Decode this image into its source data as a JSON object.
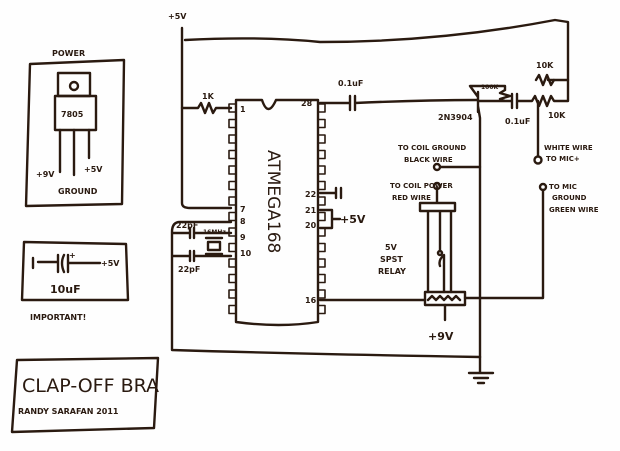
{
  "title": "CLAP-OFF BRA",
  "author": "RANDY SARAFAN 2011",
  "power_box": {
    "heading": "POWER",
    "regulator": "7805",
    "pin_in": "+9V",
    "pin_gnd": "GROUND",
    "pin_out": "+5V"
  },
  "cap_box": {
    "value": "10uF",
    "plus": "+",
    "supply": "+5V",
    "note": "IMPORTANT!"
  },
  "supply_label": "+5V",
  "chip": {
    "name": "ATMEGA168",
    "pins": {
      "p1": "1",
      "p7": "7",
      "p8": "8",
      "p9": "9",
      "p10": "10",
      "p16": "16",
      "p20": "20",
      "p21": "21",
      "p22": "22",
      "p28": "28"
    }
  },
  "components": {
    "r_reset": "1K",
    "c_couple": "0.1uF",
    "c_couple2": "0.1uF",
    "transistor": "2N3904",
    "r_bias": "100K",
    "r_top": "10K",
    "r_bottom": "10K",
    "crystal": "16MHz",
    "c_xtal1": "22pF",
    "c_xtal2": "22pF",
    "pin2021_supply": "+5V",
    "relay": [
      "5V",
      "SPST",
      "RELAY"
    ],
    "relay_supply": "+9V"
  },
  "wires": {
    "coil_ground": [
      "TO COIL GROUND",
      "BLACK WIRE"
    ],
    "coil_power": [
      "TO COIL POWER",
      "RED WIRE"
    ],
    "mic_plus": [
      "WHITE WIRE",
      "TO MIC+"
    ],
    "mic_ground": [
      "TO MIC",
      "GROUND",
      "GREEN WIRE"
    ]
  }
}
